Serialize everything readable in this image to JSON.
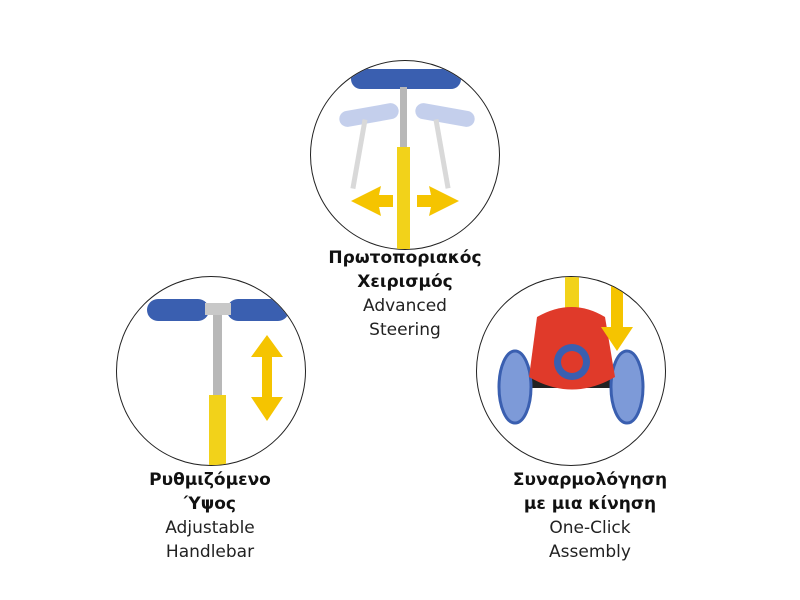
{
  "features": [
    {
      "title_gr_1": "Πρωτοποριακός",
      "title_gr_2": "Χειρισμός",
      "title_en_1": "Advanced",
      "title_en_2": "Steering",
      "icon": "steering-handlebar"
    },
    {
      "title_gr_1": "Ρυθμιζόμενο",
      "title_gr_2": "Ύψος",
      "title_en_1": "Adjustable",
      "title_en_2": "Handlebar",
      "icon": "height-adjust-handlebar"
    },
    {
      "title_gr_1": "Συναρμολόγηση",
      "title_gr_2": "με μια κίνηση",
      "title_en_1": "One-Click",
      "title_en_2": "Assembly",
      "icon": "scooter-base-assembly"
    }
  ],
  "colors": {
    "handle": "#3a5fb0",
    "arrow": "#f5c400",
    "base": "#e03a2a",
    "stem": "#f2d21a"
  }
}
